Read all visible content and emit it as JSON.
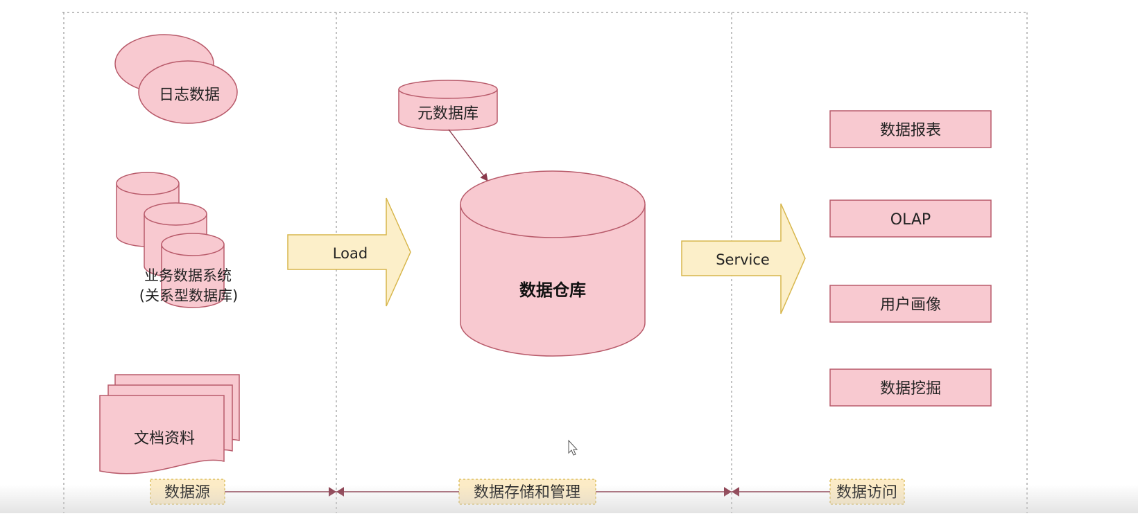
{
  "colors": {
    "node_fill": "#f8c9d0",
    "node_stroke": "#b85a6a",
    "arrow_fill": "#fcefc9",
    "arrow_stroke": "#d7b64c",
    "label_box_fill": "#fcebc6",
    "connector": "#8a3a4c",
    "lane_border": "#888888"
  },
  "sources": {
    "log_data": "日志数据",
    "business_system_line1": "业务数据系统",
    "business_system_line2": "(关系型数据库)",
    "documents": "文档资料"
  },
  "storage": {
    "metadata_db": "元数据库",
    "data_warehouse": "数据仓库"
  },
  "arrows": {
    "load": "Load",
    "service": "Service"
  },
  "access": {
    "items": [
      "数据报表",
      "OLAP",
      "用户画像",
      "数据挖掘"
    ]
  },
  "lanes": {
    "source_label": "数据源",
    "storage_label": "数据存储和管理",
    "access_label": "数据访问"
  }
}
